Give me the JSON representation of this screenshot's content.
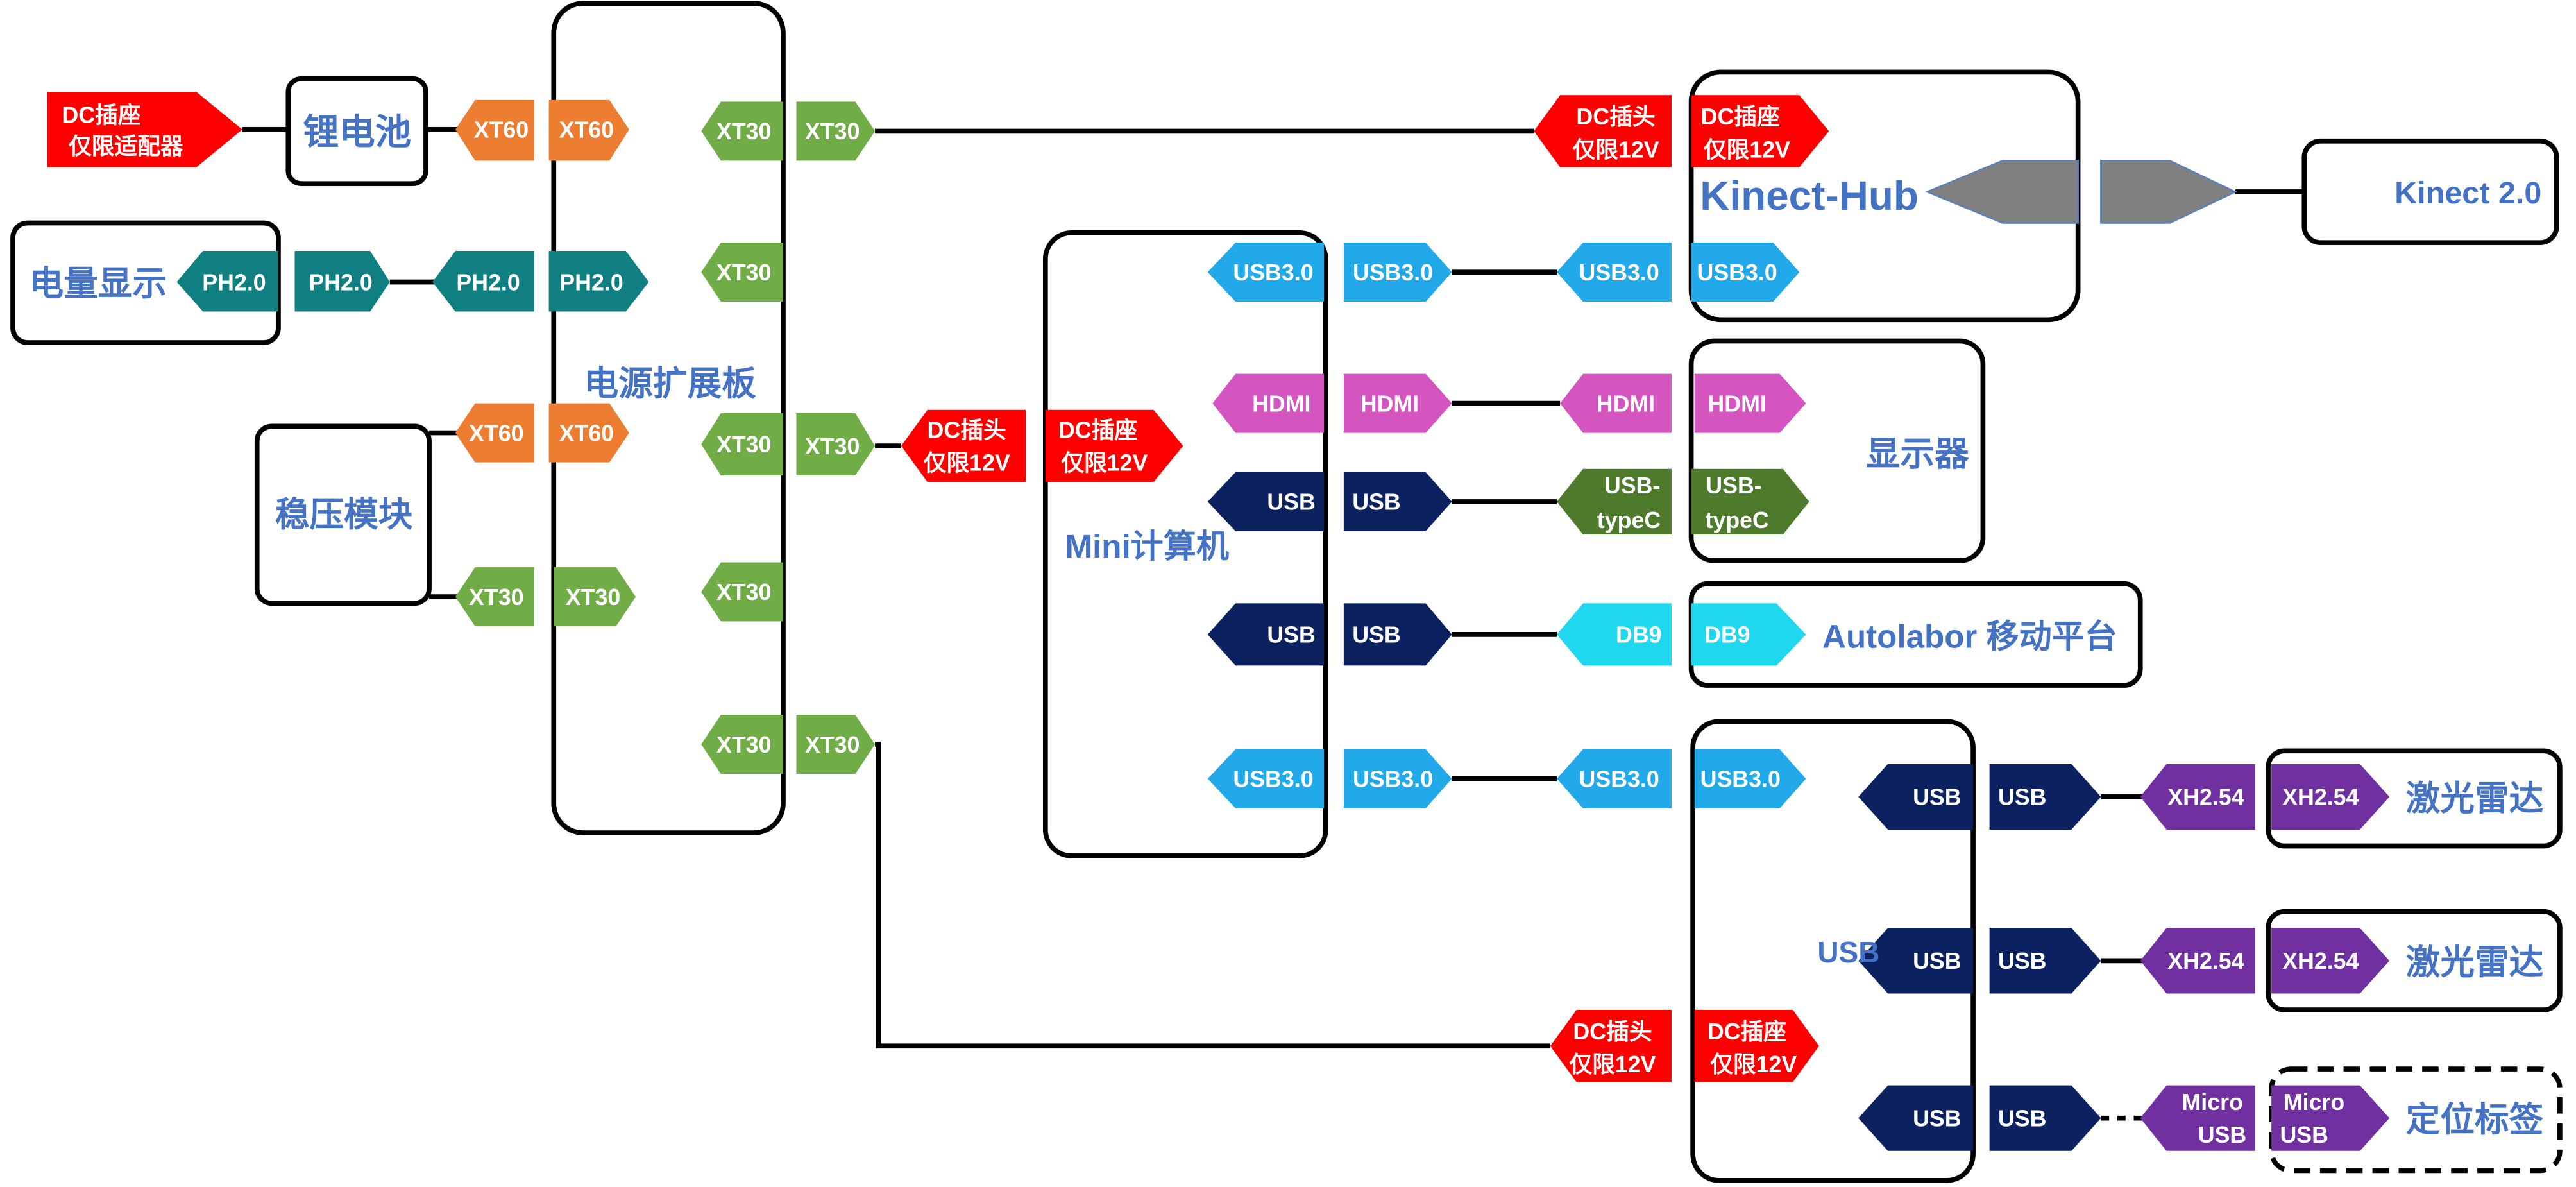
{
  "colors": {
    "red": "#ff0000",
    "orange": "#ed7d31",
    "green": "#70ad47",
    "teal": "#0f7f82",
    "lightblue": "#21a9e9",
    "magenta": "#d454c0",
    "navy": "#0b2160",
    "darkgreen": "#4e7a2c",
    "cyan": "#1fd8ee",
    "purple": "#7030a0",
    "gray": "#808080",
    "label": "#4472c4"
  },
  "labels": {
    "battery": "锂电池",
    "power_display": "电量显示",
    "regulator": "稳压模块",
    "power_board": "电源扩展板",
    "mini_pc": "Mini计算机",
    "kinect_hub": "Kinect-Hub",
    "kinect": "Kinect 2.0",
    "monitor": "显示器",
    "autolabor": "Autolabor 移动平台",
    "usb_hub": "USB",
    "lidar1": "激光雷达",
    "lidar2": "激光雷达",
    "positioning_tag": "定位标签"
  },
  "connectors": {
    "dc_socket_adapter": [
      "DC插座",
      "仅限适配器"
    ],
    "xt60": "XT60",
    "xt30": "XT30",
    "ph20": "PH2.0",
    "dc_plug_12v": [
      "DC插头",
      "仅限12V"
    ],
    "dc_socket_12v": [
      "DC插座",
      "仅限12V"
    ],
    "usb30": "USB3.0",
    "hdmi": "HDMI",
    "usb": "USB",
    "usb_typec": [
      "USB-",
      "typeC"
    ],
    "db9": "DB9",
    "xh254": "XH2.54",
    "micro_usb": [
      "Micro",
      "USB"
    ]
  }
}
